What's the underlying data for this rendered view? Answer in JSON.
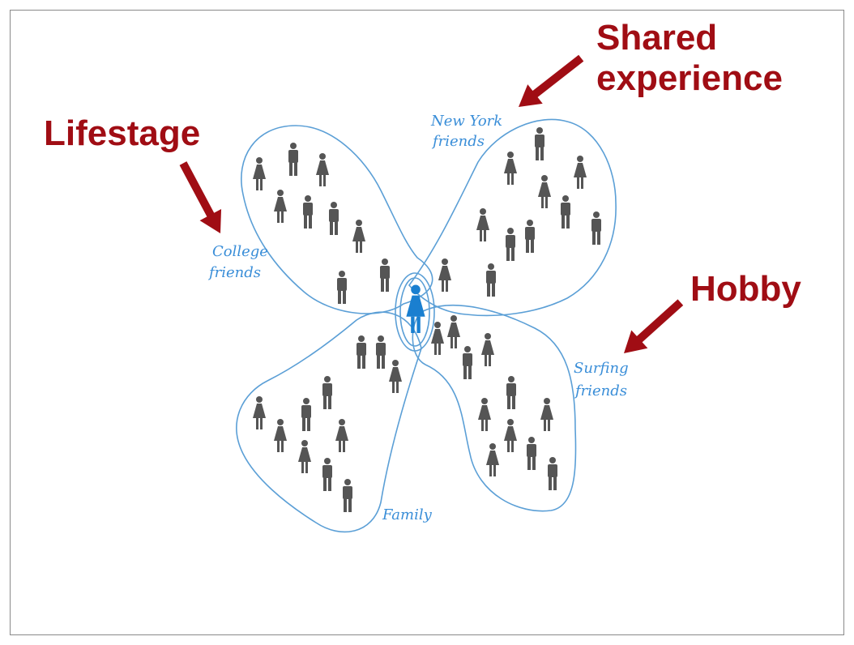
{
  "annotations": {
    "shared_experience_line1": "Shared",
    "shared_experience_line2": "experience",
    "lifestage": "Lifestage",
    "hobby": "Hobby"
  },
  "groups": {
    "new_york_line1": "New York",
    "new_york_line2": "friends",
    "college_line1": "College",
    "college_line2": "friends",
    "surfing_line1": "Surfing",
    "surfing_line2": "friends",
    "family": "Family"
  },
  "colors": {
    "annotation": "#a00d14",
    "outline": "#5b9fd6",
    "handwriting": "#3a8ed8",
    "person": "#555555",
    "center_person": "#1a7fd0"
  },
  "icons": {
    "person": "person-icon",
    "center": "center-person-icon",
    "arrow": "arrow-icon"
  }
}
